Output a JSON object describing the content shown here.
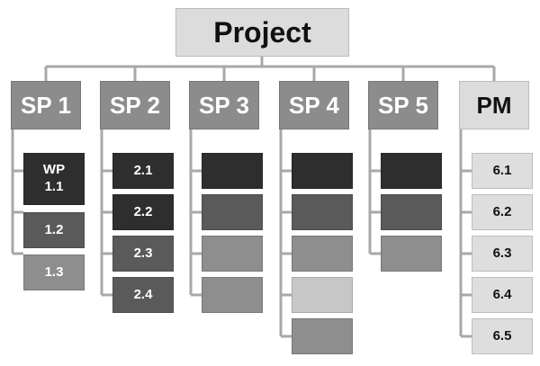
{
  "root": {
    "label": "Project"
  },
  "subprojects": [
    {
      "label": "SP 1",
      "style": "dark",
      "packages": [
        {
          "label": "WP\n1.1",
          "shade": 1
        },
        {
          "label": "1.2",
          "shade": 2
        },
        {
          "label": "1.3",
          "shade": 3
        }
      ]
    },
    {
      "label": "SP 2",
      "style": "dark",
      "packages": [
        {
          "label": "2.1",
          "shade": 1
        },
        {
          "label": "2.2",
          "shade": 1
        },
        {
          "label": "2.3",
          "shade": 2
        },
        {
          "label": "2.4",
          "shade": 2
        }
      ]
    },
    {
      "label": "SP 3",
      "style": "dark",
      "packages": [
        {
          "label": "",
          "shade": 1
        },
        {
          "label": "",
          "shade": 2
        },
        {
          "label": "",
          "shade": 3
        },
        {
          "label": "",
          "shade": 3
        }
      ]
    },
    {
      "label": "SP 4",
      "style": "dark",
      "packages": [
        {
          "label": "",
          "shade": 1
        },
        {
          "label": "",
          "shade": 2
        },
        {
          "label": "",
          "shade": 3
        },
        {
          "label": "",
          "shade": 4
        },
        {
          "label": "",
          "shade": 3
        }
      ]
    },
    {
      "label": "SP 5",
      "style": "dark",
      "packages": [
        {
          "label": "",
          "shade": 1
        },
        {
          "label": "",
          "shade": 2
        },
        {
          "label": "",
          "shade": 3
        }
      ]
    },
    {
      "label": "PM",
      "style": "light",
      "packages": [
        {
          "label": "6.1",
          "shade": 5
        },
        {
          "label": "6.2",
          "shade": 5
        },
        {
          "label": "6.3",
          "shade": 5
        },
        {
          "label": "6.4",
          "shade": 5
        },
        {
          "label": "6.5",
          "shade": 5
        }
      ]
    }
  ],
  "colors": {
    "connector": "#a8a8a8",
    "root_fill": "#dcdcdc",
    "sp_fill": "#8c8c8c",
    "pm_fill": "#dcdcdc"
  }
}
